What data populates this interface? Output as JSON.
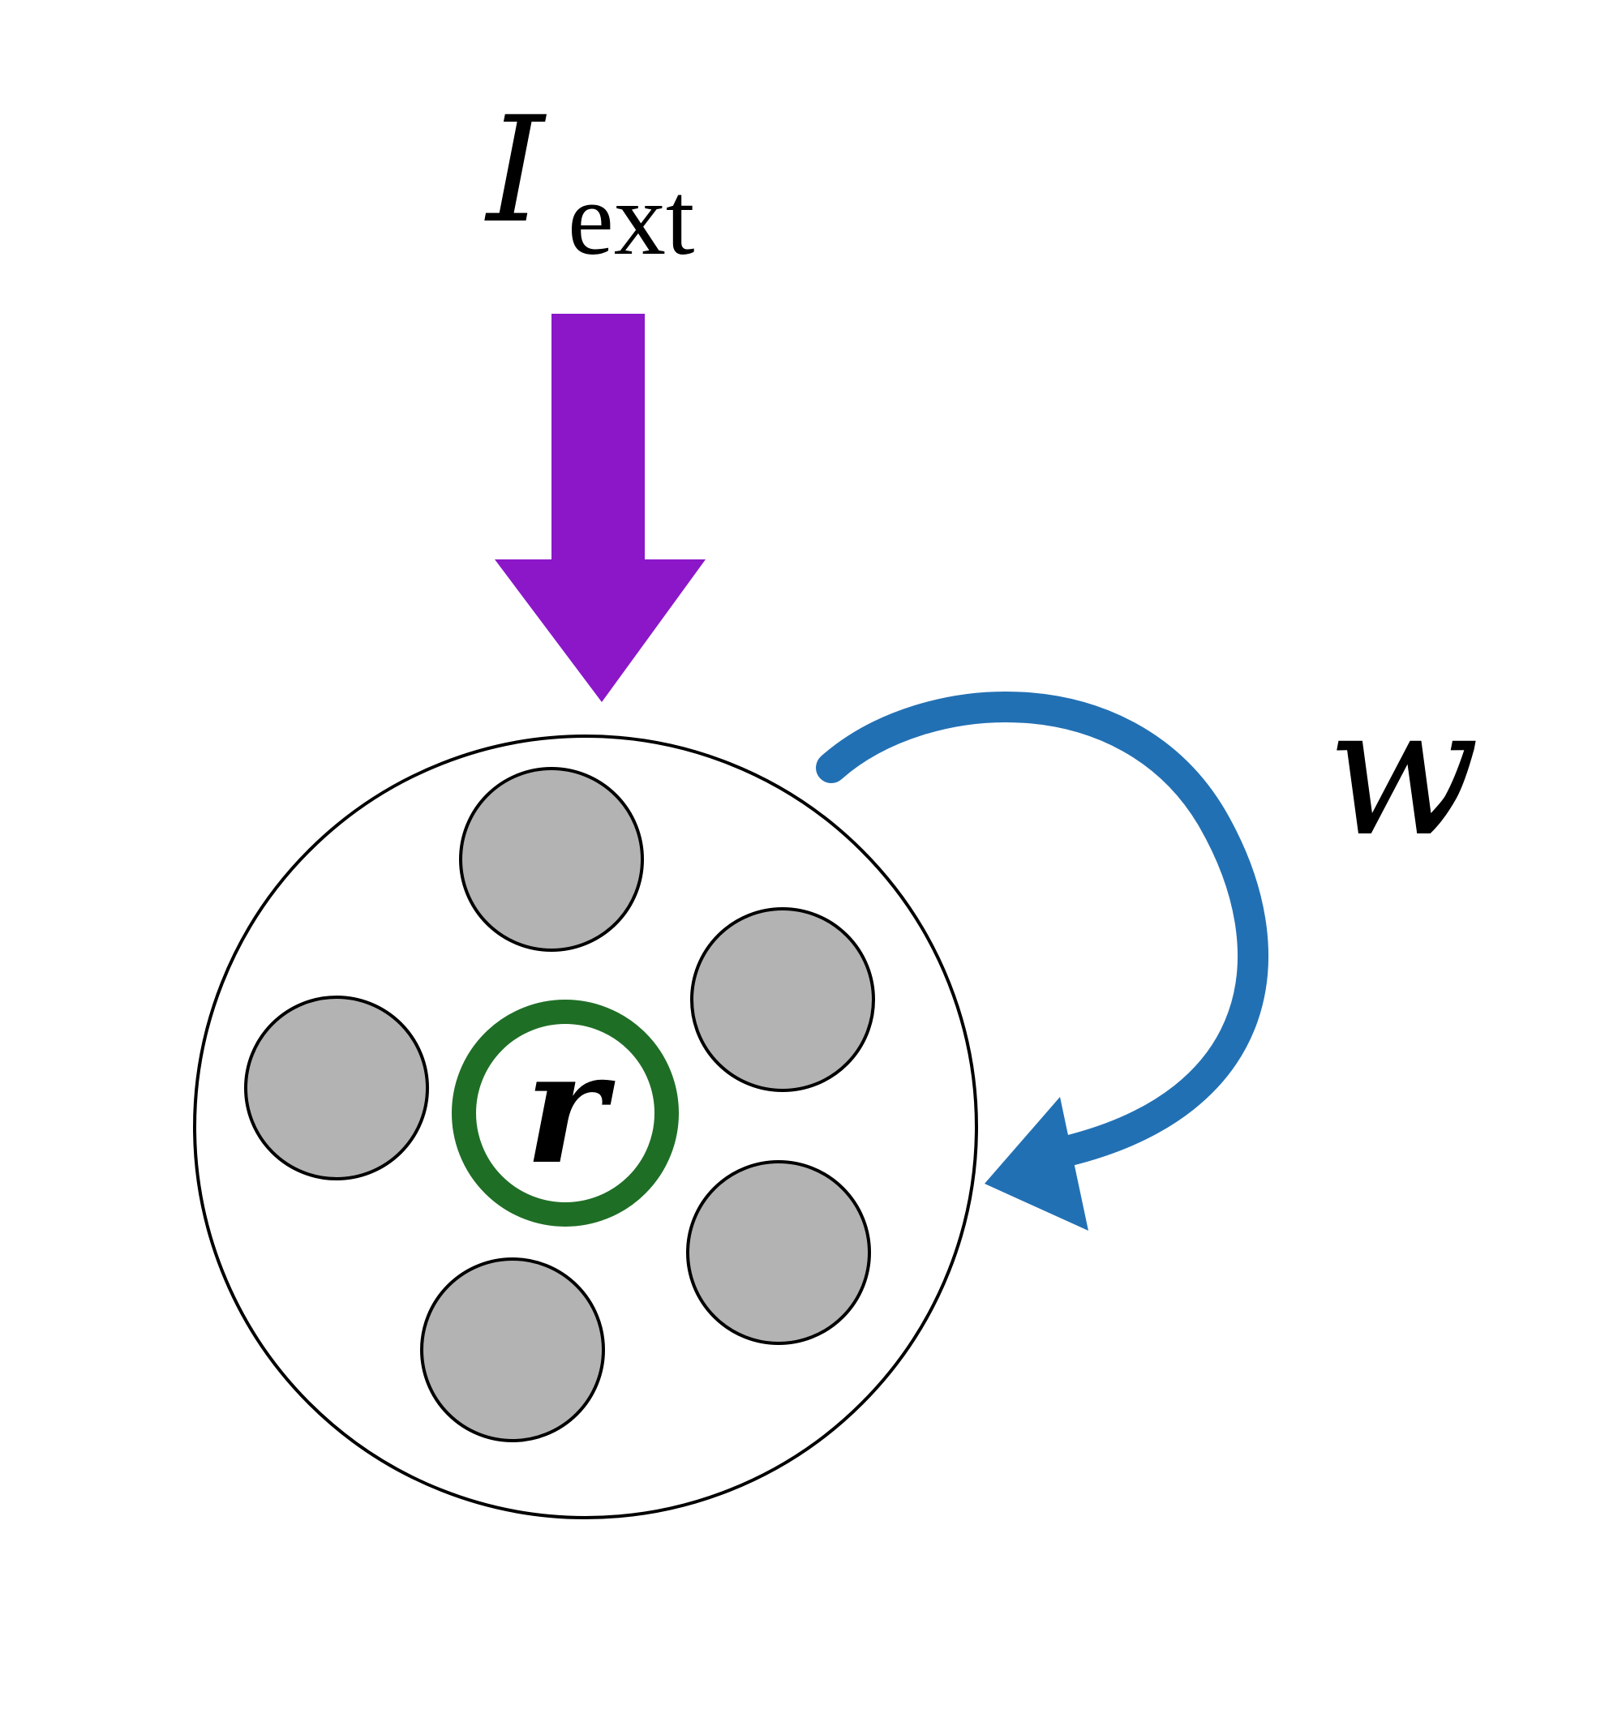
{
  "diagram": {
    "input_label": {
      "main": "I",
      "subscript": "ext"
    },
    "weight_label": "w",
    "rate_label": "r",
    "colors": {
      "input_arrow": "#8B17C9",
      "recurrent_arrow": "#2270B4",
      "rate_ring": "#1F6E26",
      "neuron_fill": "#B3B3B3",
      "population_fill": "#FFFFFF",
      "stroke": "#000000"
    },
    "neuron_count": 5
  }
}
